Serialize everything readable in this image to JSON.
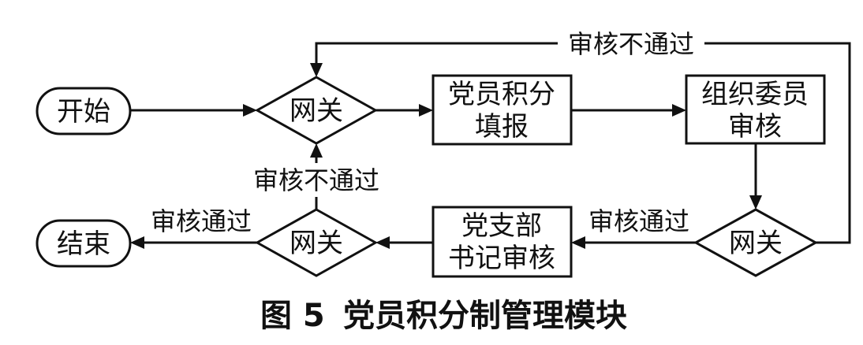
{
  "nodes": {
    "start": "开始",
    "gateway_top": "网关",
    "fill_line1": "党员积分",
    "fill_line2": "填报",
    "org_line1": "组织委员",
    "org_line2": "审核",
    "gateway_right": "网关",
    "secretary_line1": "党支部",
    "secretary_line2": "书记审核",
    "gateway_bottom": "网关",
    "end": "结束"
  },
  "edges": {
    "fail_top": "审核不通过",
    "fail_middle": "审核不通过",
    "pass_right": "审核通过",
    "pass_left": "审核通过"
  },
  "caption": {
    "figure_no": "图 5",
    "title": "党员积分制管理模块"
  }
}
